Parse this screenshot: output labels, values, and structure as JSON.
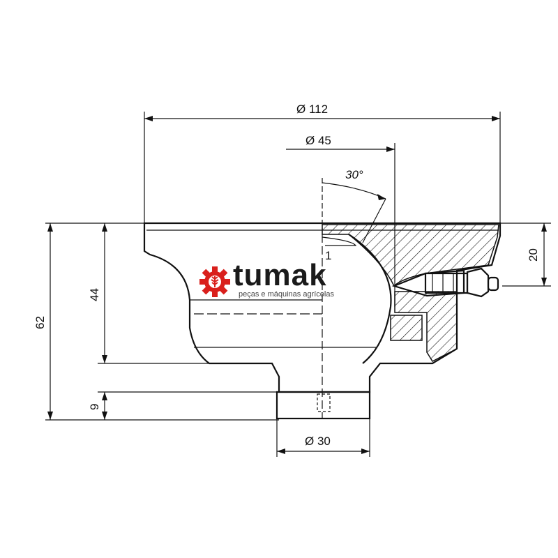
{
  "dimensions": {
    "overall_diameter": "Ø 112",
    "ball_diameter": "Ø 45",
    "angle": "30°",
    "neck_diameter": "Ø 30",
    "total_height": "62",
    "body_height": "44",
    "top_offset": "20",
    "base_height": "9",
    "marker": "1"
  },
  "logo": {
    "name": "tumak",
    "tagline": "peças e máquinas agrícolas",
    "gear_color": "#d9201c",
    "text_color": "#1a1a1a"
  }
}
